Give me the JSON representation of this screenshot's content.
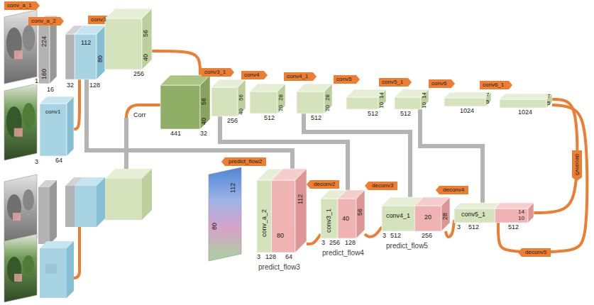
{
  "diagram": {
    "nodes": [
      {
        "text": [
          "conv_a_1"
        ]
      },
      {
        "text": [
          "1"
        ]
      },
      {
        "text": [
          "224",
          "160",
          "16"
        ]
      },
      {
        "text": [
          "conv_a_2"
        ]
      },
      {
        "text": [
          "112",
          "80",
          "32",
          "128"
        ]
      },
      {
        "text": [
          "conv3"
        ]
      },
      {
        "text": [
          "56",
          "40",
          "256"
        ]
      },
      {
        "text": [
          "3"
        ]
      },
      {
        "text": [
          "conv1"
        ]
      },
      {
        "text": [
          "64"
        ]
      },
      {
        "text": [
          "56",
          "40",
          "441",
          "32"
        ]
      },
      {
        "text": [
          "conv3_1"
        ]
      },
      {
        "text": [
          "56",
          "40",
          "256"
        ]
      },
      {
        "text": [
          "conv4"
        ]
      },
      {
        "text": [
          "28",
          "20",
          "512"
        ]
      },
      {
        "text": [
          "conv4_1"
        ]
      },
      {
        "text": [
          "28",
          "20",
          "512"
        ]
      },
      {
        "text": [
          "conv5"
        ]
      },
      {
        "text": [
          "14",
          "10",
          "512"
        ]
      },
      {
        "text": [
          "conv5_1"
        ]
      },
      {
        "text": [
          "14",
          "10",
          "512"
        ]
      },
      {
        "text": [
          "conv6"
        ]
      },
      {
        "text": [
          "7",
          "5",
          "1024"
        ]
      },
      {
        "text": [
          "conv6_1"
        ]
      },
      {
        "text": [
          "7",
          "5",
          "1024"
        ]
      },
      {
        "text": [
          "predict_flow2"
        ]
      },
      {
        "text": [
          "112",
          "80"
        ]
      },
      {
        "text": [
          "conv_a_2",
          "112",
          "80",
          "3",
          "128",
          "64",
          "predict_flow3"
        ]
      },
      {
        "text": [
          "deconv2"
        ]
      },
      {
        "text": [
          "conv3_1",
          "56",
          "40",
          "3",
          "256",
          "128",
          "predict_flow4"
        ]
      },
      {
        "text": [
          "deconv3"
        ]
      },
      {
        "text": [
          "conv4_1",
          "28",
          "20",
          "3",
          "512",
          "256",
          "predict_flow5"
        ]
      },
      {
        "text": [
          "deconv4"
        ]
      },
      {
        "text": [
          "conv5_1",
          "14",
          "10",
          "3",
          "512",
          "512"
        ]
      },
      {
        "text": [
          "deconv5"
        ]
      },
      {
        "text": [
          "deconv5"
        ]
      }
    ],
    "edges": [
      {
        "from": 9,
        "to": 4,
        "arrow": "none"
      },
      {
        "from": 6,
        "to": 10,
        "arrow": "none"
      },
      {
        "from": 4,
        "to": 27,
        "arrow": "none"
      },
      {
        "from": 12,
        "to": 29,
        "arrow": "none"
      },
      {
        "from": 16,
        "to": 31,
        "arrow": "none"
      },
      {
        "from": 20,
        "to": 33,
        "arrow": "none"
      },
      {
        "from": 24,
        "to": 33,
        "arrow": "none"
      },
      {
        "from": 24,
        "to": 33,
        "arrow": "none"
      },
      {
        "from": 33,
        "to": 31,
        "arrow": "none"
      },
      {
        "from": 31,
        "to": 29,
        "arrow": "none"
      },
      {
        "from": 29,
        "to": 27,
        "arrow": "none"
      }
    ],
    "labels": [
      "Corr"
    ]
  }
}
